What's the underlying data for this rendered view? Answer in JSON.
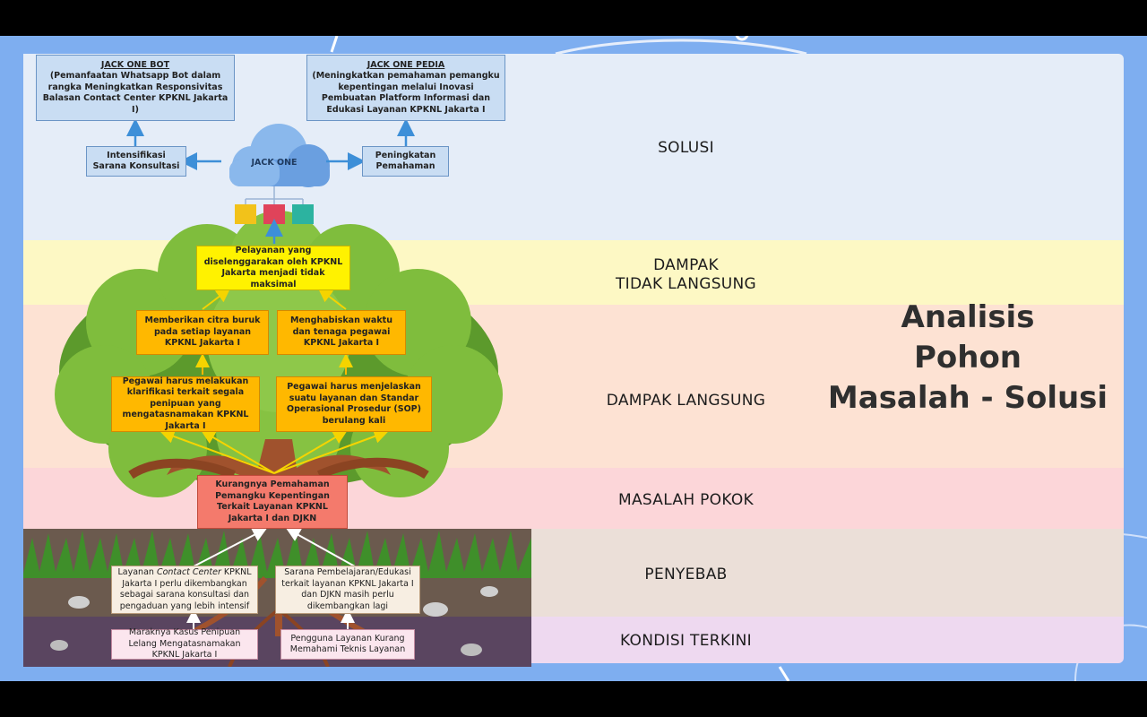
{
  "title": {
    "line1": "Analisis",
    "line2": "Pohon",
    "line3": "Masalah - Solusi"
  },
  "bands": [
    {
      "label": "SOLUSI",
      "color": "#e5edf8"
    },
    {
      "label_line1": "DAMPAK",
      "label_line2": "TIDAK LANGSUNG",
      "color": "#fdf8c4"
    },
    {
      "label": "DAMPAK LANGSUNG",
      "color": "#fde2d3"
    },
    {
      "label": "MASALAH POKOK",
      "color": "#fcd6d9"
    },
    {
      "label": "PENYEBAB",
      "color": "#ebdfd8"
    },
    {
      "label": "KONDISI TERKINI",
      "color": "#eed9f0"
    }
  ],
  "diagram": {
    "jack_one_bot": {
      "heading": "JACK ONE BOT",
      "text": "(Pemanfaatan Whatsapp Bot dalam rangka Meningkatkan Responsivitas Balasan Contact Center KPKNL Jakarta I)"
    },
    "jack_one_pedia": {
      "heading": "JACK ONE PEDIA",
      "text": "(Meningkatkan pemahaman pemangku kepentingan melalui Inovasi Pembuatan Platform Informasi dan Edukasi Layanan KPKNL Jakarta I"
    },
    "intensifikasi": "Intensifikasi Sarana Konsultasi",
    "peningkatan": "Peningkatan Pemahaman",
    "cloud_label": "JACK ONE",
    "dampak_tidak_langsung": "Pelayanan yang diselenggarakan oleh KPKNL Jakarta menjadi tidak maksimal",
    "citra_buruk": "Memberikan citra buruk pada setiap layanan KPKNL Jakarta I",
    "waktu_tenaga": "Menghabiskan waktu dan tenaga pegawai KPKNL Jakarta I",
    "klarifikasi": "Pegawai harus melakukan klarifikasi terkait segala penipuan yang mengatasnamakan KPKNL Jakarta I",
    "sop": "Pegawai harus menjelaskan suatu layanan dan Standar Operasional Prosedur (SOP) berulang kali",
    "masalah_pokok": "Kurangnya Pemahaman Pemangku Kepentingan Terkait Layanan KPKNL Jakarta I dan DJKN",
    "penyebab_1_a": "Layanan ",
    "penyebab_1_em": "Contact Center",
    "penyebab_1_b": " KPKNL Jakarta I perlu dikembangkan sebagai sarana konsultasi dan pengaduan yang lebih intensif",
    "penyebab_2": "Sarana Pembelajaran/Edukasi terkait layanan KPKNL Jakarta I dan DJKN masih perlu dikembangkan lagi",
    "kondisi_1": "Maraknya Kasus Penipuan Lelang Mengatasnamakan KPKNL Jakarta I",
    "kondisi_2": "Pengguna Layanan Kurang Memahami Teknis Layanan"
  },
  "colors": {
    "slide_bg": "#7eaef0",
    "tree_green": "#7fbd3d",
    "trunk_brown": "#a0522d",
    "soil": "#6b5a4e",
    "cloud_blue": "#6a9fe0",
    "arrow_blue": "#3d8fd8",
    "arrow_yellow": "#f5d400"
  }
}
